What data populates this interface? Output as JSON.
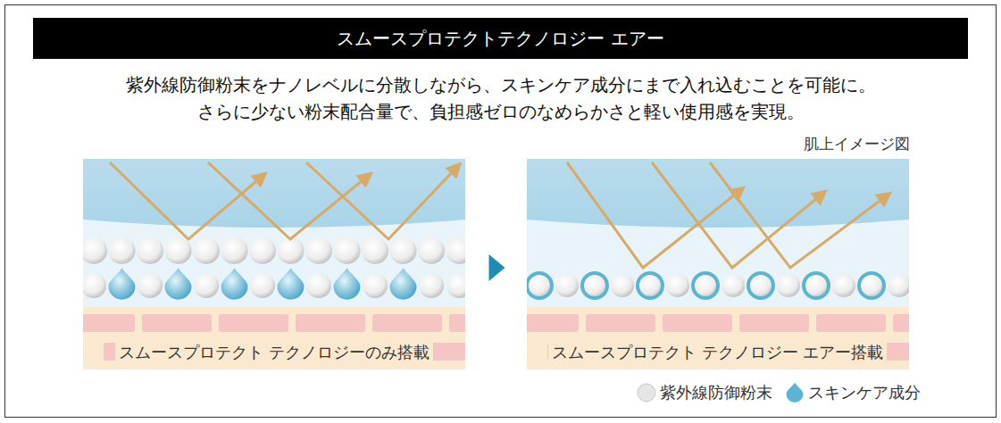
{
  "diagram": {
    "title": "スムースプロテクトテクノロジー エアー",
    "nodes": [
      {
        "text": [
          "スムースプロテクト テクノロジーのみ搭載"
        ]
      },
      {
        "text": [
          "スムースプロテクト テクノロジー エアー搭載"
        ]
      }
    ],
    "edges": [
      {
        "from": 0,
        "to": 1,
        "arrow": "to"
      }
    ],
    "labels": [
      "紫外線防御粉末をナノレベルに分散しながら、スキンケア成分にまで入れ込むことを可能に。",
      "さらに少ない粉末配合量で、負担感ゼロのなめらかさと軽い使用感を実現。",
      "肌上イメージ図"
    ],
    "legend": [
      {
        "text": "紫外線防御粉末",
        "color": "#e6e6e6"
      },
      {
        "text": "スキンケア成分",
        "color": "#5ab4d2"
      }
    ]
  }
}
